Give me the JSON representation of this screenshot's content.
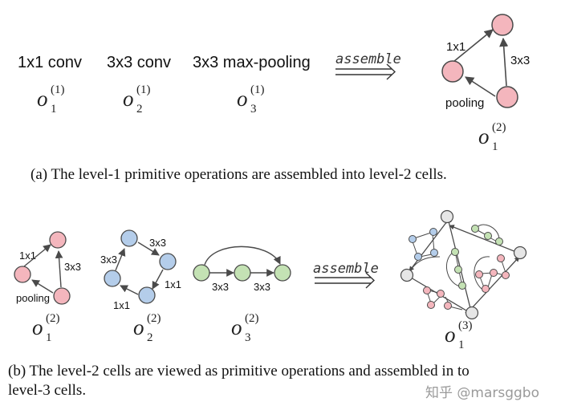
{
  "panel_a": {
    "ops": [
      {
        "label": "1x1 conv",
        "symbol": "o",
        "sup": "(1)",
        "sub": "1"
      },
      {
        "label": "3x3 conv",
        "symbol": "o",
        "sup": "(1)",
        "sub": "2"
      },
      {
        "label": "3x3 max-pooling",
        "symbol": "o",
        "sup": "(1)",
        "sub": "3"
      }
    ],
    "assemble": "assemble",
    "cell": {
      "edge_labels": [
        "1x1",
        "3x3",
        "pooling"
      ],
      "symbol": "o",
      "sup": "(2)",
      "sub": "1"
    },
    "caption": "(a) The level-1 primitive operations are assembled into level-2 cells."
  },
  "panel_b": {
    "cells": [
      {
        "edge_labels": [
          "1x1",
          "3x3",
          "pooling"
        ],
        "symbol": "o",
        "sup": "(2)",
        "sub": "1",
        "color": "#f4b6bd"
      },
      {
        "edge_labels": [
          "3x3",
          "3x3",
          "1x1",
          "1x1"
        ],
        "symbol": "o",
        "sup": "(2)",
        "sub": "2",
        "color": "#b4cdea"
      },
      {
        "edge_labels": [
          "3x3",
          "3x3"
        ],
        "symbol": "o",
        "sup": "(2)",
        "sub": "3",
        "color": "#c4e2b4"
      }
    ],
    "assemble": "assemble",
    "result": {
      "symbol": "o",
      "sup": "(3)",
      "sub": "1"
    },
    "caption_line1": "(b) The level-2 cells are viewed as primitive operations and assembled in to",
    "caption_line2": "level-3 cells."
  },
  "watermark": "知乎 @marsggbo",
  "colors": {
    "pink": "#f4b6bd",
    "blue": "#b4cdea",
    "green": "#c4e2b4",
    "gray": "#e6e6e6",
    "stroke": "#4a4a4a"
  }
}
